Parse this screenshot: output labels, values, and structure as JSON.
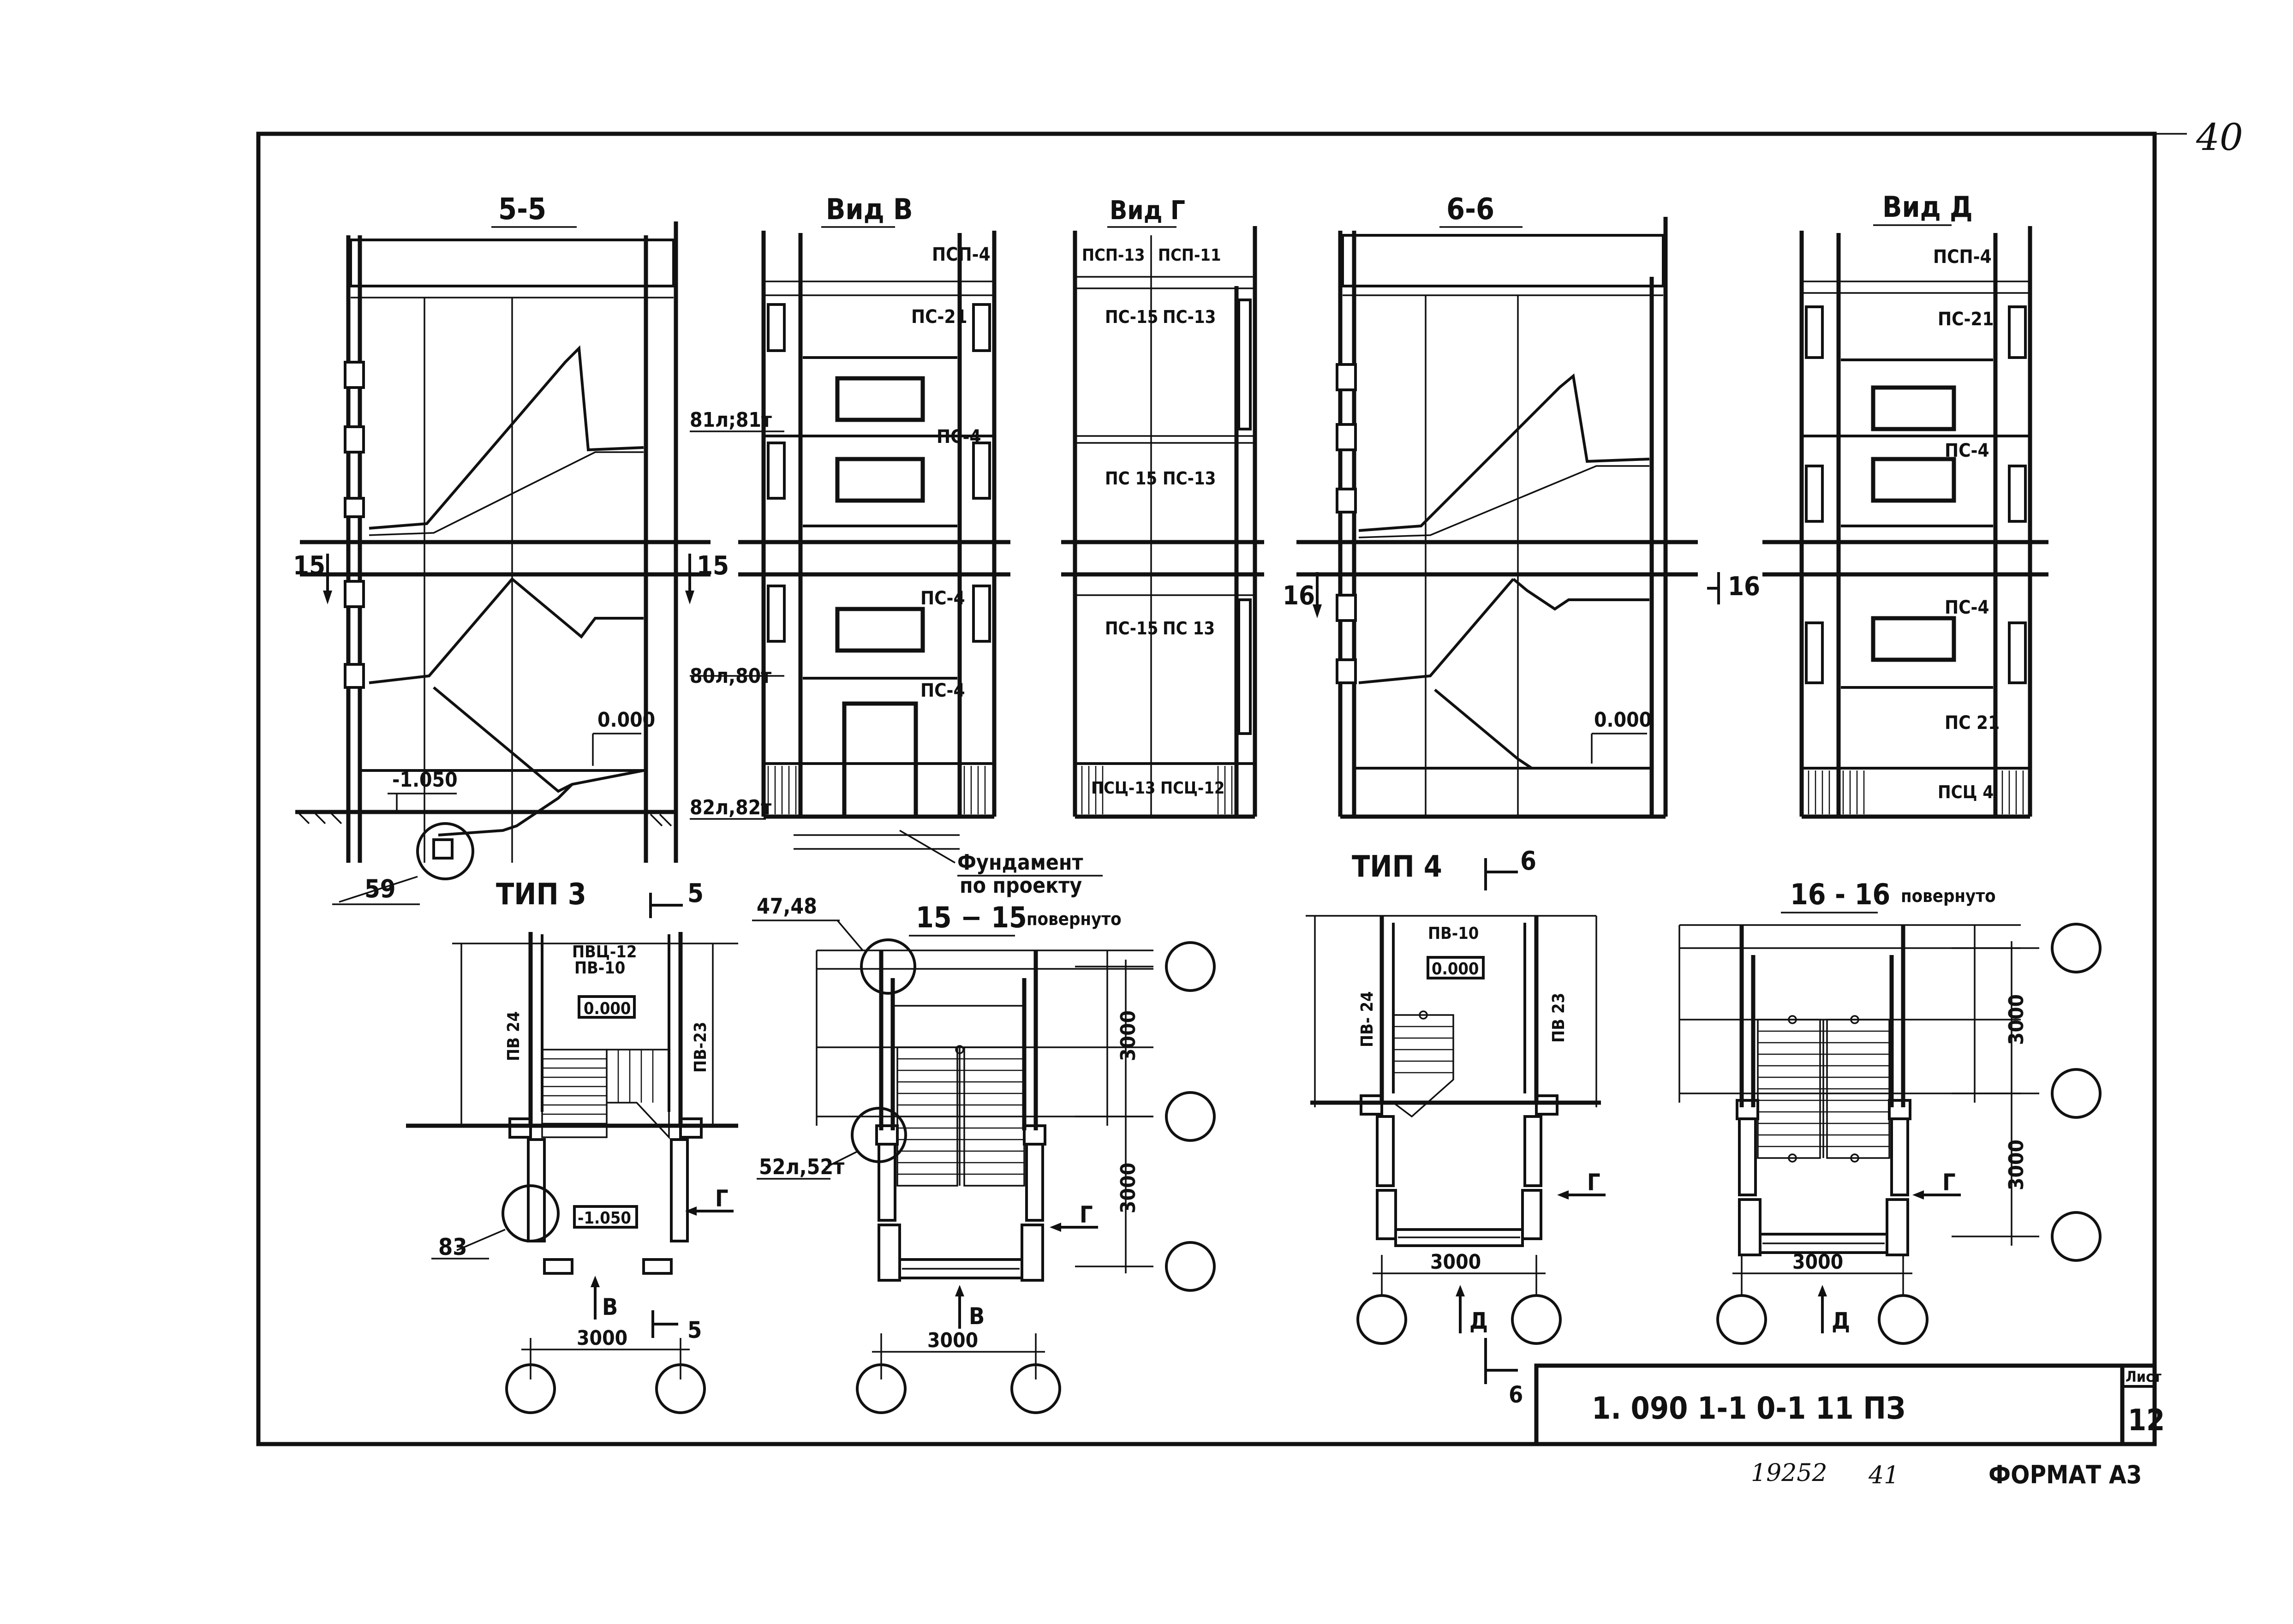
{
  "page_number": "40",
  "sections": {
    "s5": "5-5",
    "vidV": "Вид В",
    "vidG": "Вид Г",
    "s6": "6-6",
    "vidD": "Вид Д",
    "s15": "15 − 15",
    "s16": "16 - 16",
    "rotated": "повернуто",
    "tip3": "ТИП 3",
    "tip4": "ТИП 4"
  },
  "section_marks": {
    "m15": "15",
    "m16": "16",
    "m5": "5",
    "m6": "6",
    "dirV": "В",
    "dirG": "Г",
    "dirD": "Д"
  },
  "panels": {
    "psp4": "ПСП-4",
    "ps21": "ПС-21",
    "ps4": "ПС-4",
    "psp13": "ПСП-13",
    "psp11": "ПСП-11",
    "ps15": "ПС-15",
    "ps13": "ПС-13",
    "ps15b": "ПС 15",
    "ps13b": "ПС-13",
    "ps15c": "ПС-15",
    "ps13c": "ПС 13",
    "psc13": "ПСЦ-13",
    "psc12": "ПСЦ-12",
    "psc4": "ПСЦ 4",
    "ps21d": "ПС 21",
    "pvc12": "ПВЦ-12",
    "pv10": "ПВ-10",
    "pv24": "ПВ 24",
    "pv23": "ПВ-23",
    "pv24b": "ПВ- 24",
    "pv23b": "ПВ 23"
  },
  "notes": {
    "n81": "81л;81т",
    "n80": "80л,80т",
    "n82": "82л,82т",
    "n59": "59",
    "n4748": "47,48",
    "n52": "52л,52т",
    "n83": "83",
    "foundation1": "Фундамент",
    "foundation2": "по проекту"
  },
  "levels": {
    "zero": "0.000",
    "zero_box": "0.000",
    "minus": "-1.050",
    "minus_box": "-1.050"
  },
  "dims": {
    "d3000": "3000"
  },
  "title_block": {
    "code": "1. 090 1-1 0-1 11 ПЗ",
    "sheet_label": "Лист",
    "sheet_number": "12"
  },
  "footer": {
    "inv": "19252",
    "copy": "41",
    "format": "ФОРМАТ А3"
  }
}
